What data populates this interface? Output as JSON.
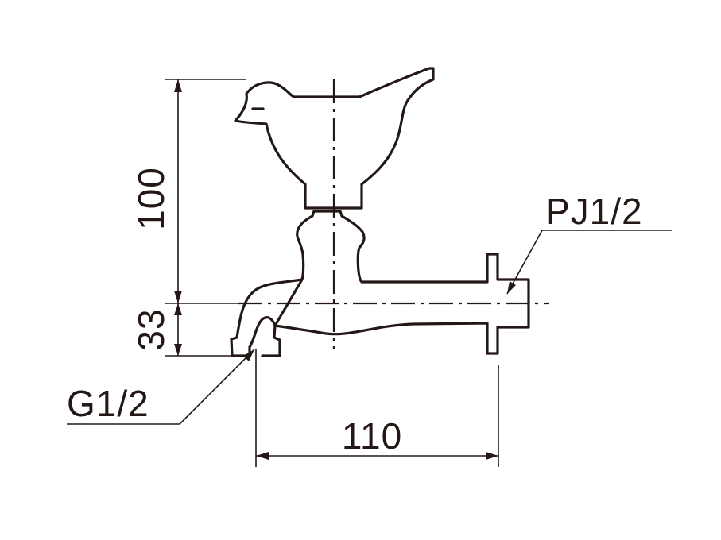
{
  "labels": {
    "height_main": "100",
    "height_spout": "33",
    "width_total": "110",
    "inlet_thread": "PJ1/2",
    "outlet_thread": "G1/2"
  },
  "colors": {
    "line": "#231815",
    "background": "#ffffff"
  }
}
